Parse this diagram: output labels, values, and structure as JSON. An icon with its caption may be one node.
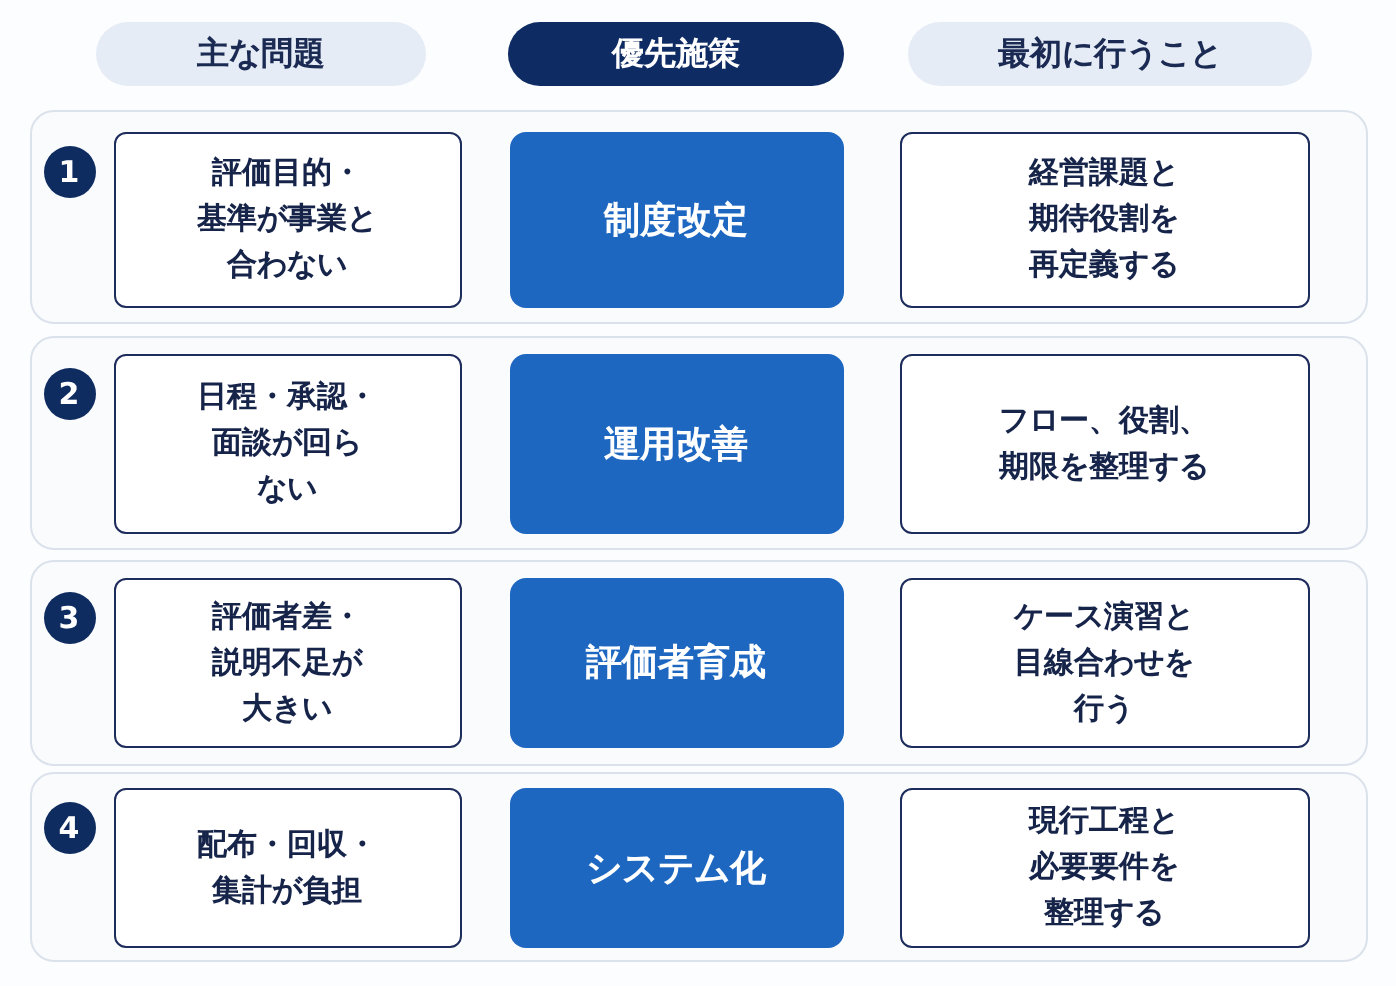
{
  "diagram": {
    "nodes": [
      {
        "text": [
          "主な問題"
        ]
      },
      {
        "text": [
          "優先施策"
        ]
      },
      {
        "text": [
          "最初に行うこと"
        ]
      },
      {
        "text": [],
        "shape": "box"
      },
      {
        "text": [
          "1"
        ],
        "in": 3
      },
      {
        "text": [
          "評価目的・基準が事業と合わない"
        ],
        "in": 3
      },
      {
        "text": [
          "制度改定"
        ],
        "in": 3
      },
      {
        "text": [
          "経営課題と期待役割を再定義する"
        ],
        "in": 3
      },
      {
        "text": [],
        "shape": "box"
      },
      {
        "text": [
          "2"
        ],
        "in": 8
      },
      {
        "text": [
          "日程・承認・面談が回らない"
        ],
        "in": 8
      },
      {
        "text": [
          "運用改善"
        ],
        "in": 8
      },
      {
        "text": [
          "フロー、役割、期限を整理する"
        ],
        "in": 8
      },
      {
        "text": [],
        "shape": "box"
      },
      {
        "text": [
          "3"
        ],
        "in": 13
      },
      {
        "text": [
          "評価者差・説明不足が大きい"
        ],
        "in": 13
      },
      {
        "text": [
          "評価者育成"
        ],
        "in": 13
      },
      {
        "text": [
          "ケース演習と目線合わせを行う"
        ],
        "in": 13
      },
      {
        "text": [],
        "shape": "box"
      },
      {
        "text": [
          "4"
        ],
        "in": 18
      },
      {
        "text": [
          "配布・回収・集計が負担"
        ],
        "in": 18
      },
      {
        "text": [
          "システム化"
        ],
        "in": 18
      },
      {
        "text": [
          "現行工程と必要要件を整理する"
        ],
        "in": 18
      }
    ]
  }
}
